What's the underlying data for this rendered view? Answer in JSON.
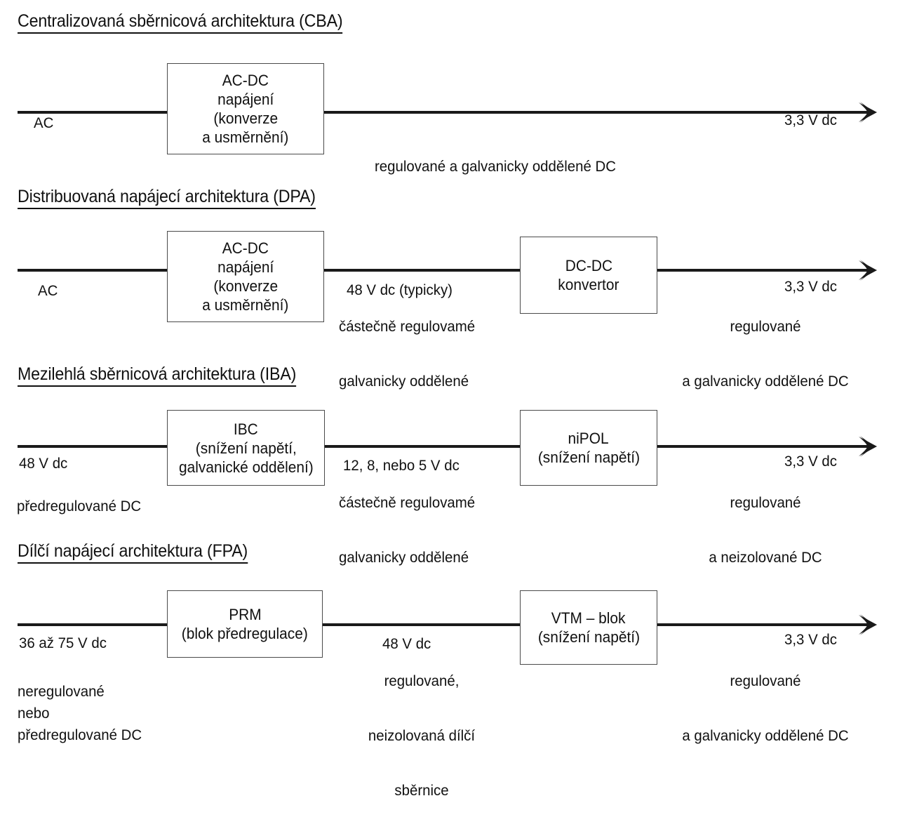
{
  "diagram": {
    "title": "Power architecture comparison diagram",
    "line_color": "#1a1a1a",
    "box_border_color": "#4a4a4a",
    "background": "#ffffff"
  },
  "sections": [
    {
      "id": "cba",
      "title": "Centralizovaná sběrnicová architektura (CBA)",
      "input_label": "AC",
      "blocks": [
        {
          "name": "ac-dc-converter",
          "lines": [
            "AC-DC",
            "napájení",
            "(konverze",
            "a usměrnění)"
          ]
        }
      ],
      "mid_labels": [],
      "below_labels": [
        {
          "lines": [
            "regulované a galvanicky oddělené DC"
          ]
        }
      ],
      "output_label": "3,3 V dc"
    },
    {
      "id": "dpa",
      "title": "Distribuovaná napájecí architektura (DPA)",
      "input_label": "AC",
      "blocks": [
        {
          "name": "ac-dc-converter",
          "lines": [
            "AC-DC",
            "napájení",
            "(konverze",
            "a usměrnění)"
          ]
        },
        {
          "name": "dc-dc-converter",
          "lines": [
            "DC-DC",
            "konvertor"
          ]
        }
      ],
      "mid_labels": [
        {
          "lines": [
            "48 V dc (typicky)"
          ]
        }
      ],
      "below_labels": [
        {
          "lines": [
            "částečně regulovamé",
            "galvanicky oddělené"
          ]
        },
        {
          "lines": [
            "regulované",
            "a galvanicky oddělené DC"
          ]
        }
      ],
      "output_label": "3,3 V dc"
    },
    {
      "id": "iba",
      "title": "Mezilehlá sběrnicová architektura (IBA)",
      "input_label": "48 V dc",
      "input_sub_label": "předregulované DC",
      "blocks": [
        {
          "name": "ibc-block",
          "lines": [
            "IBC",
            "(snížení napětí,",
            "galvanické oddělení)"
          ]
        },
        {
          "name": "nipol-block",
          "lines": [
            "niPOL",
            "(snížení napětí)"
          ]
        }
      ],
      "mid_labels": [
        {
          "lines": [
            "12, 8, nebo 5 V dc"
          ]
        }
      ],
      "below_labels": [
        {
          "lines": [
            "částečně regulovamé",
            "galvanicky oddělené"
          ]
        },
        {
          "lines": [
            "regulované",
            "a neizolované DC"
          ]
        }
      ],
      "output_label": "3,3 V dc"
    },
    {
      "id": "fpa",
      "title": "Dílčí napájecí architektura (FPA)",
      "input_label": "36 až 75 V dc",
      "input_sub_label": "neregulované\nnebo\npředregulované DC",
      "blocks": [
        {
          "name": "prm-block",
          "lines": [
            "PRM",
            "(blok předregulace)"
          ]
        },
        {
          "name": "vtm-block",
          "lines": [
            "VTM – blok",
            "(snížení napětí)"
          ]
        }
      ],
      "mid_labels": [
        {
          "lines": [
            "48 V dc"
          ]
        }
      ],
      "below_labels": [
        {
          "lines": [
            "regulované,",
            "neizolovaná dílčí",
            "sběrnice"
          ]
        },
        {
          "lines": [
            "regulované",
            "a galvanicky oddělené DC"
          ]
        }
      ],
      "output_label": "3,3 V dc"
    }
  ]
}
